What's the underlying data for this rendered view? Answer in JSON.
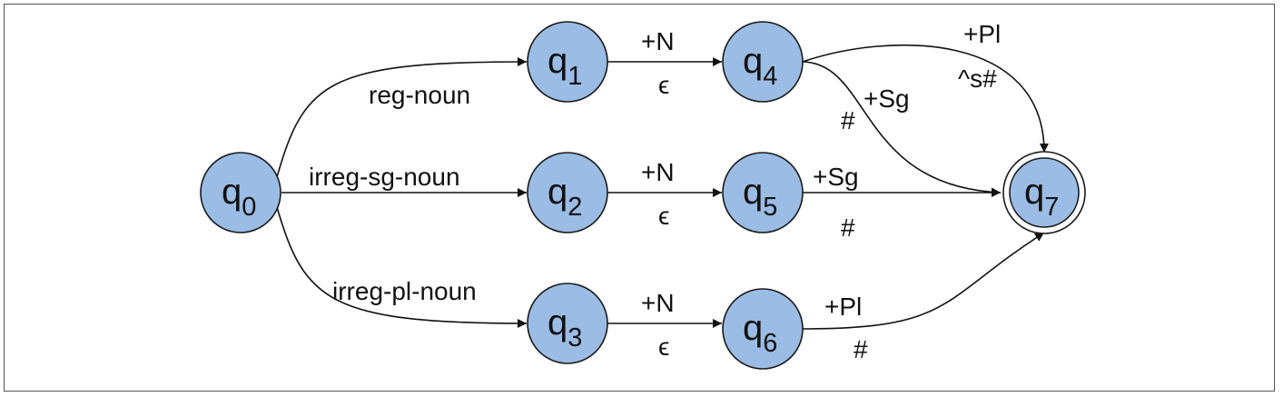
{
  "states": [
    {
      "id": "q0",
      "letter": "q",
      "sub": "0"
    },
    {
      "id": "q1",
      "letter": "q",
      "sub": "1"
    },
    {
      "id": "q2",
      "letter": "q",
      "sub": "2"
    },
    {
      "id": "q3",
      "letter": "q",
      "sub": "3"
    },
    {
      "id": "q4",
      "letter": "q",
      "sub": "4"
    },
    {
      "id": "q5",
      "letter": "q",
      "sub": "5"
    },
    {
      "id": "q6",
      "letter": "q",
      "sub": "6"
    },
    {
      "id": "q7",
      "letter": "q",
      "sub": "7",
      "accepting": true
    }
  ],
  "edges": [
    {
      "from": "q0",
      "to": "q1",
      "label": "reg-noun"
    },
    {
      "from": "q0",
      "to": "q2",
      "label": "irreg-sg-noun"
    },
    {
      "from": "q0",
      "to": "q3",
      "label": "irreg-pl-noun"
    },
    {
      "from": "q1",
      "to": "q4",
      "upper": "+N",
      "lower": "ϵ"
    },
    {
      "from": "q2",
      "to": "q5",
      "upper": "+N",
      "lower": "ϵ"
    },
    {
      "from": "q3",
      "to": "q6",
      "upper": "+N",
      "lower": "ϵ"
    },
    {
      "from": "q4",
      "to": "q7",
      "upper": "+Pl",
      "lower": "^s#"
    },
    {
      "from": "q4",
      "to": "q7",
      "upper": "+Sg",
      "lower": "#"
    },
    {
      "from": "q5",
      "to": "q7",
      "upper": "+Sg",
      "lower": "#"
    },
    {
      "from": "q6",
      "to": "q7",
      "upper": "+Pl",
      "lower": "#"
    }
  ],
  "colors": {
    "node_fill": "#9bbce4",
    "stroke": "#111111"
  }
}
